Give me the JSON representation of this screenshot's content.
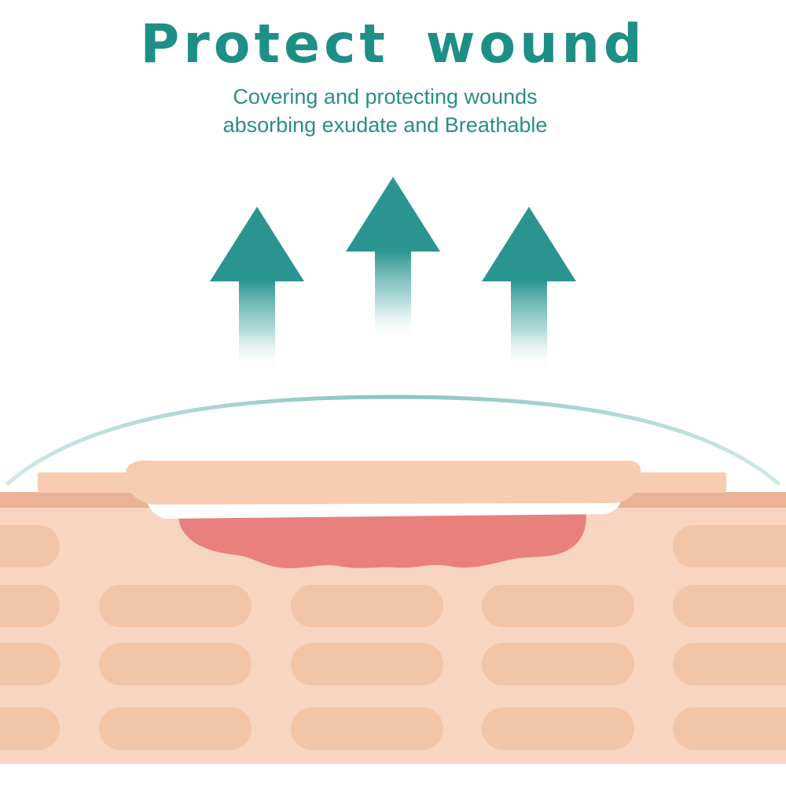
{
  "header": {
    "title": "Protect wound",
    "subtitle_line1": "Covering and protecting wounds",
    "subtitle_line2": "absorbing exudate and Breathable"
  },
  "colors": {
    "accent": "#2a9590",
    "skin_light": "#f8d5c1",
    "skin_cells": "#f2c4a8",
    "skin_edge": "#ebb295",
    "dressing": "#f7ccb0",
    "wound": "#e8807d",
    "arc": "#9ccfca"
  },
  "icons": {
    "arrows": "up-arrow-icon"
  }
}
